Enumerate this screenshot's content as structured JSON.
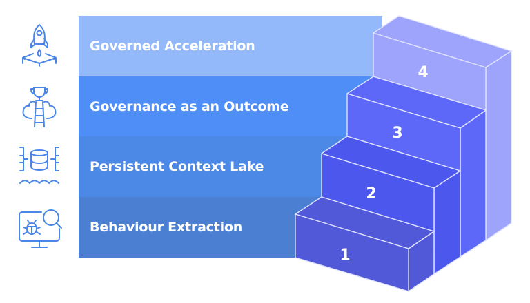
{
  "stages": [
    {
      "step": "4",
      "label": "Governed Acceleration",
      "icon": "rocket-launch-icon",
      "band_color": "#93b9fb"
    },
    {
      "step": "3",
      "label": "Governance as an Outcome",
      "icon": "trophy-ladder-icon",
      "band_color": "#4f8ef7"
    },
    {
      "step": "2",
      "label": "Persistent Context Lake",
      "icon": "database-lake-icon",
      "band_color": "#4c88e6"
    },
    {
      "step": "1",
      "label": "Behaviour Extraction",
      "icon": "bug-search-monitor-icon",
      "band_color": "#4a7fd1"
    }
  ],
  "colors": {
    "icon_stroke": "#4a86e8",
    "step4": "#9ea4fb",
    "step3": "#5e68f8",
    "step2": "#4c57ee",
    "step1": "#5159d8",
    "edge": "#dfe3ff"
  }
}
